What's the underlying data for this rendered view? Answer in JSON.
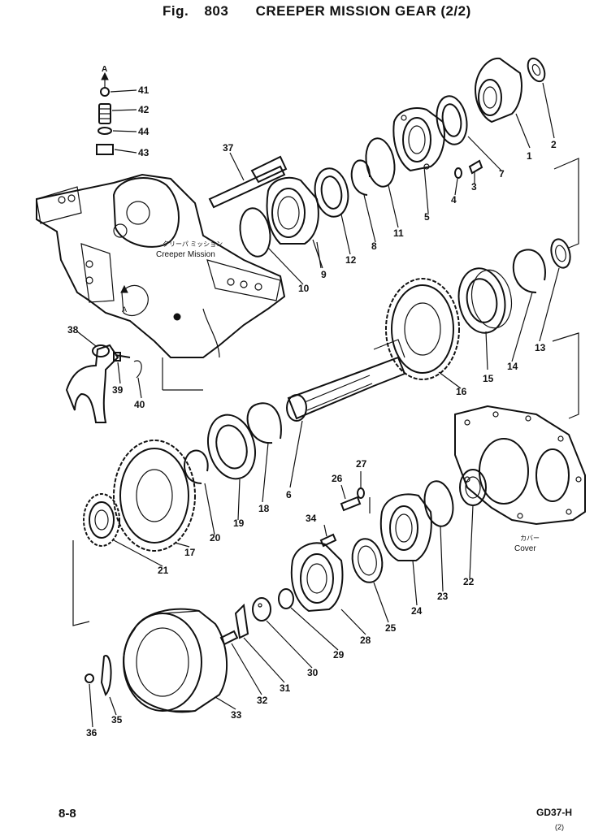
{
  "header": {
    "fig_label": "Fig.",
    "fig_number": "803",
    "title": "CREEPER MISSION GEAR (2/2)"
  },
  "footer": {
    "page_number": "8-8",
    "model": "GD37-H",
    "revision": "(2)"
  },
  "annotations": {
    "arrow_a_top": "A",
    "arrow_a_case": "A",
    "case_label_jp": "クリーパ ミッション",
    "case_label_en": "Creeper Mission",
    "cover_label_jp": "カバー",
    "cover_label_en": "Cover"
  },
  "callouts": [
    "1",
    "2",
    "3",
    "4",
    "5",
    "6",
    "7",
    "8",
    "10",
    "11",
    "12",
    "13",
    "14",
    "15",
    "16",
    "17",
    "18",
    "19",
    "20",
    "21",
    "22",
    "23",
    "24",
    "25",
    "26",
    "27",
    "28",
    "29",
    "30",
    "31",
    "32",
    "33",
    "34",
    "35",
    "36",
    "37",
    "38",
    "39",
    "40",
    "41",
    "42",
    "43",
    "44",
    "9"
  ]
}
